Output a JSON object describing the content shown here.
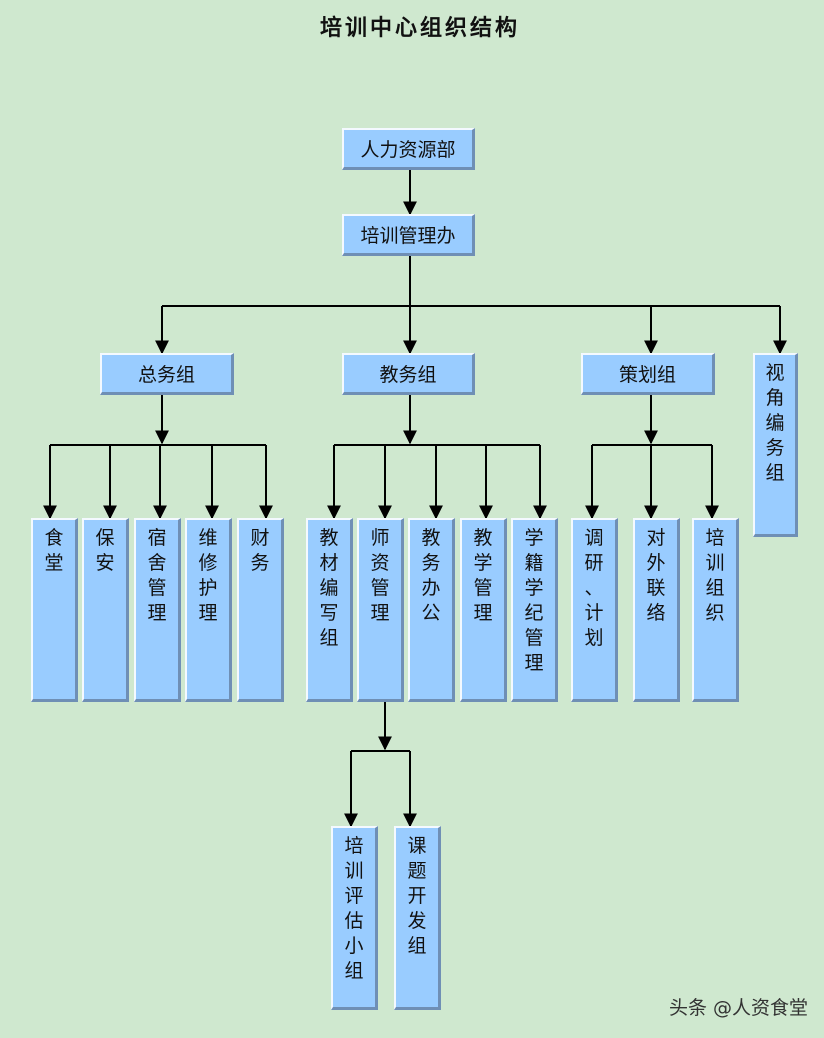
{
  "title": "培训中心组织结构",
  "root": "人力资源部",
  "office": "培训管理办",
  "groups": {
    "general": "总务组",
    "teaching": "教务组",
    "planning": "策划组",
    "video": "视角编务组"
  },
  "general_units": [
    "食堂",
    "保安",
    "宿舍管理",
    "维修护理",
    "财务"
  ],
  "teaching_units": [
    "教材编写组",
    "师资管理",
    "教务办公",
    "教学管理",
    "学籍学纪管理"
  ],
  "planning_units": [
    "调研、计划",
    "对外联络",
    "培训组织"
  ],
  "faculty_units": [
    "培训评估小组",
    "课题开发组"
  ],
  "watermark": "头条 @人资食堂",
  "colors": {
    "background": "#cfe8cf",
    "box": "#99ccff",
    "line": "#000000"
  }
}
